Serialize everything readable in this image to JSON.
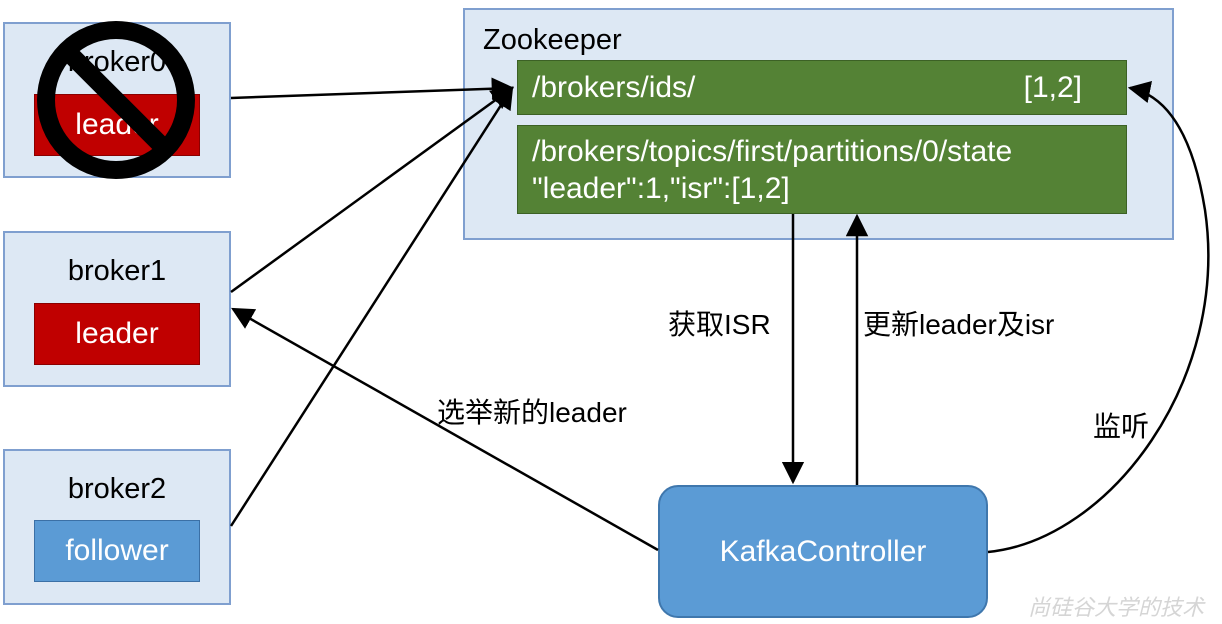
{
  "zookeeper": {
    "title": "Zookeeper",
    "ids_path": "/brokers/ids/",
    "ids_value": "[1,2]",
    "state_path": "/brokers/topics/first/partitions/0/state",
    "state_value": "\"leader\":1,\"isr\":[1,2]"
  },
  "brokers": [
    {
      "title": "broker0",
      "role": "leader",
      "status": "down"
    },
    {
      "title": "broker1",
      "role": "leader"
    },
    {
      "title": "broker2",
      "role": "follower"
    }
  ],
  "controller": {
    "label": "KafkaController"
  },
  "edges": {
    "get_isr": "获取ISR",
    "update_leader": "更新leader及isr",
    "elect_leader": "选举新的leader",
    "watch": "监听"
  },
  "colors": {
    "box_fill": "#dde8f4",
    "leader_red": "#c00000",
    "follower_blue": "#5b9bd5",
    "znode_green": "#548235"
  },
  "icons": {
    "down_marker": "prohibited-icon"
  },
  "watermark": "尚硅谷大学的技术"
}
